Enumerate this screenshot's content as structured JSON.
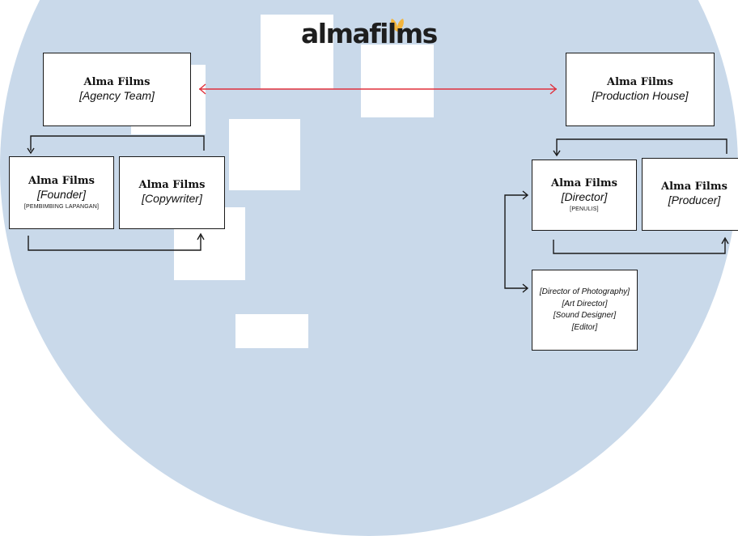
{
  "logo": {
    "text": "almafilms",
    "icon": "leaf-icon",
    "accent_color": "#f2b43c"
  },
  "colors": {
    "background_circle": "#c9d9ea",
    "connector": "#e0303c"
  },
  "agency": {
    "main": {
      "title": "Alma Films",
      "subtitle": "[Agency Team]"
    },
    "founder": {
      "title": "Alma Films",
      "subtitle": "[Founder]",
      "note": "[PEMBIMBING LAPANGAN]"
    },
    "copywriter": {
      "title": "Alma Films",
      "subtitle": "[Copywriter]"
    }
  },
  "production": {
    "main": {
      "title": "Alma Films",
      "subtitle": "[Production House]"
    },
    "director": {
      "title": "Alma Films",
      "subtitle": "[Director]",
      "note": "[PENULIS]"
    },
    "producer": {
      "title": "Alma Films",
      "subtitle": "[Producer]"
    },
    "crew": [
      "[Director of Photography]",
      "[Art Director]",
      "[Sound Designer]",
      "[Editor]"
    ]
  }
}
